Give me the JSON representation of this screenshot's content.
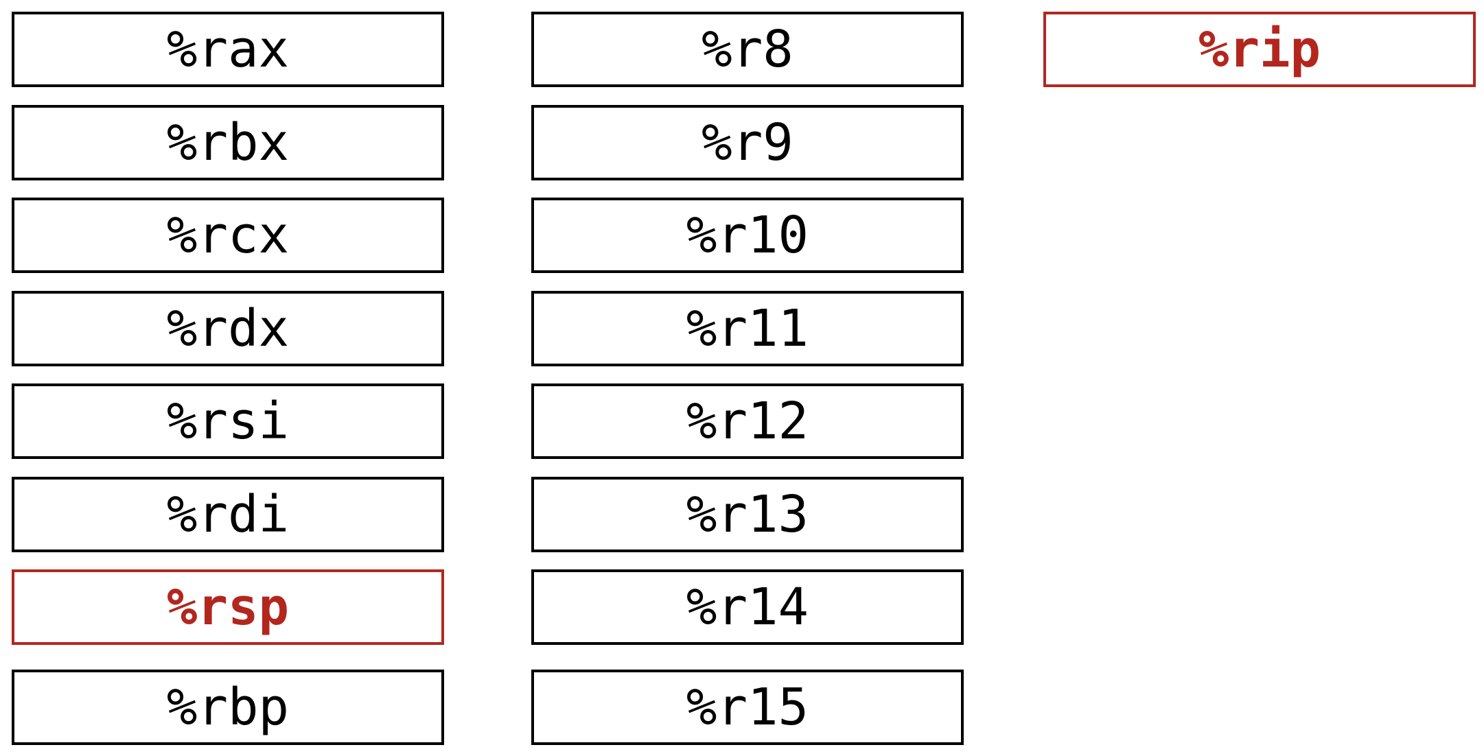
{
  "colors": {
    "normal": "#000000",
    "special": "#b3261e"
  },
  "registers": {
    "col1": [
      "%rax",
      "%rbx",
      "%rcx",
      "%rdx",
      "%rsi",
      "%rdi",
      "%rsp",
      "%rbp"
    ],
    "col2": [
      "%r8",
      "%r9",
      "%r10",
      "%r11",
      "%r12",
      "%r13",
      "%r14",
      "%r15"
    ],
    "col3": [
      "%rip"
    ]
  },
  "highlighted": [
    "%rsp",
    "%rip"
  ]
}
